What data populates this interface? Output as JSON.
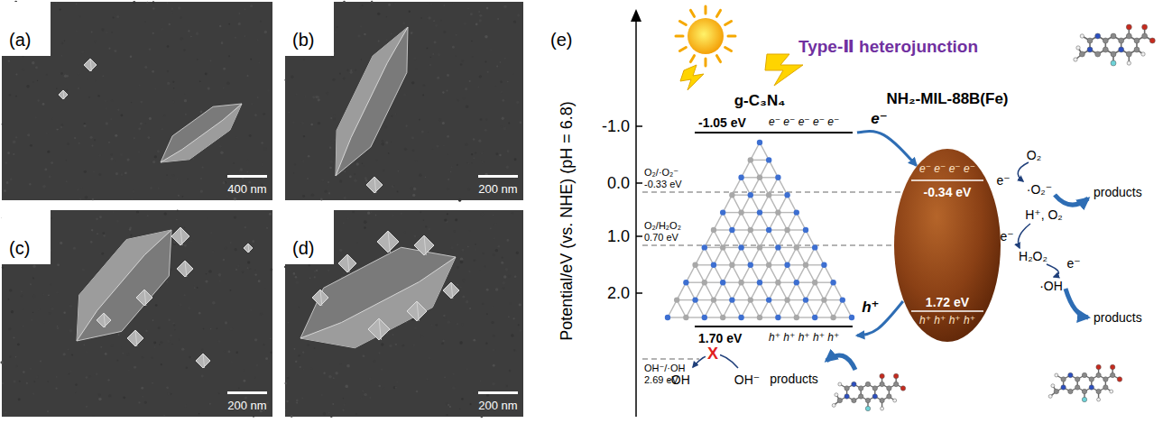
{
  "diagram": {
    "nodes": [
      {
        "text": [
          "(a)",
          "400 nm"
        ]
      },
      {
        "text": [
          "(b)",
          "200 nm"
        ]
      },
      {
        "text": [
          "(c)",
          "200 nm"
        ]
      },
      {
        "text": [
          "(d)",
          "200 nm"
        ]
      },
      {
        "text": [
          "g-C₃N₄",
          "-1.05 eV",
          "e⁻ e⁻ e⁻ e⁻ e⁻",
          "1.70 eV",
          "h⁺ h⁺ h⁺ h⁺ h⁺"
        ]
      },
      {
        "text": [
          "NH₂-MIL-88B(Fe)",
          "e⁻ e⁻ e⁻ e⁻",
          "-0.34 eV",
          "1.72 eV",
          "h⁺ h⁺ h⁺ h⁺"
        ]
      }
    ],
    "edges": [
      {
        "from": 4,
        "to": 5,
        "label": "e⁻",
        "arrow": "to"
      },
      {
        "from": 5,
        "to": 4,
        "label": "h⁺",
        "arrow": "to"
      }
    ],
    "labels": [
      "(e)",
      "Type-Ⅱ heterojunction",
      "Potential/eV (vs. NHE) (pH = 6.8)",
      "-1.0",
      "0.0",
      "1.0",
      "2.0",
      "O₂/·O₂⁻",
      "-0.33 eV",
      "O₂/H₂O₂",
      "0.70 eV",
      "OH⁻/·OH",
      "2.69 eV",
      "X",
      "·OH",
      "OH⁻",
      "products",
      "O₂",
      "e⁻",
      "·O₂⁻",
      "products",
      "H⁺, O₂",
      "e⁻",
      "H₂O₂",
      "e⁻",
      "·OH",
      "products"
    ]
  }
}
